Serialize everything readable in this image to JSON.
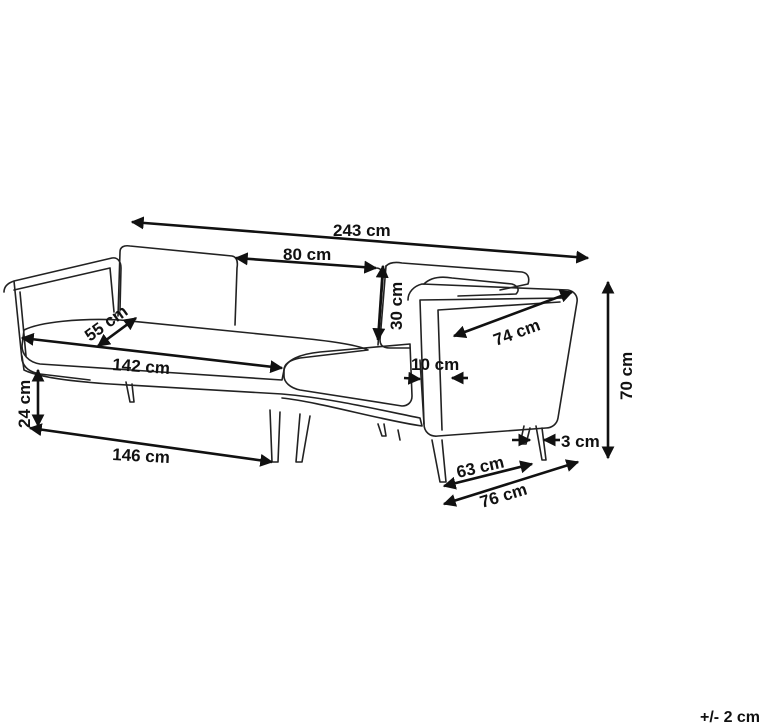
{
  "colors": {
    "line": "#222222",
    "arrow": "#111111",
    "background": "#ffffff"
  },
  "dimensions": {
    "total_width": "243 cm",
    "backrest_cushion_width": "80 cm",
    "backrest_cushion_height": "30 cm",
    "seat_depth": "55 cm",
    "seat_width": "142 cm",
    "side_depth": "74 cm",
    "armrest_width": "10 cm",
    "total_height": "70 cm",
    "leg_height": "24 cm",
    "leg_spacing_front": "146 cm",
    "leg_spacing_side": "63 cm",
    "leg_inset": "3 cm",
    "total_depth": "76 cm"
  },
  "tolerance": "+/- 2 cm"
}
